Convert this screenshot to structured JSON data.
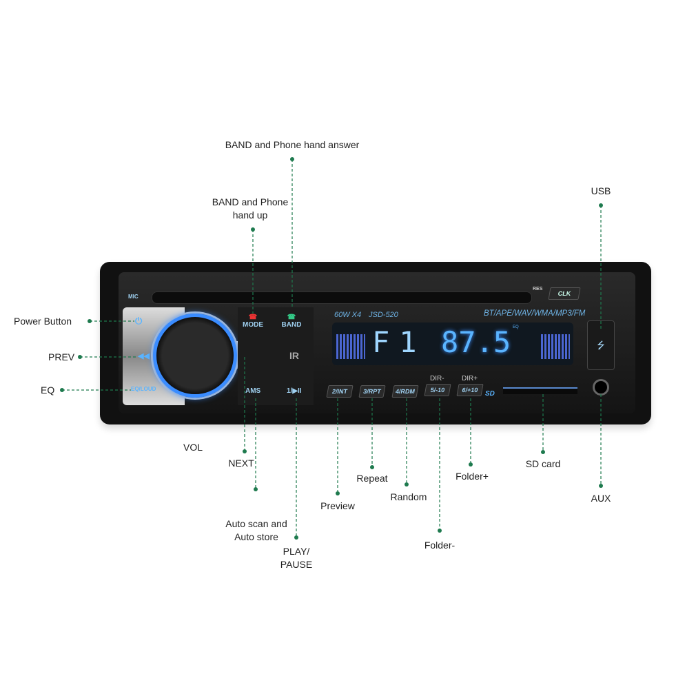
{
  "callouts": {
    "band_answer": "BAND and Phone hand answer",
    "band_hangup_line1": "BAND and Phone",
    "band_hangup_line2": "hand up",
    "usb": "USB",
    "power": "Power Button",
    "prev": "PREV",
    "eq": "EQ",
    "vol": "VOL",
    "next": "NEXT",
    "ams_line1": "Auto scan and",
    "ams_line2": "Auto store",
    "play_line1": "PLAY/",
    "play_line2": "PAUSE",
    "preview": "Preview",
    "repeat": "Repeat",
    "random": "Random",
    "folder_minus": "Folder-",
    "folder_plus": "Folder+",
    "sd_card": "SD card",
    "aux": "AUX"
  },
  "device": {
    "mic": "MIC",
    "res": "RES",
    "clk": "CLK",
    "mode": "MODE",
    "band": "BAND",
    "ir": "IR",
    "eq_loud": "EQ/LOUD",
    "ams": "AMS",
    "play": "1/▶II",
    "power_model": "60W X4",
    "model": "JSD-520",
    "formats": "BT/APE/WAV/WMA/MP3/FM",
    "display_band": "F1",
    "display_freq": "87.5",
    "display_eq": "EQ",
    "presets": [
      "2/INT",
      "3/RPT",
      "4/RDM",
      "5/-10",
      "6/+10"
    ],
    "dir_minus": "DIR-",
    "dir_plus": "DIR+",
    "sd": "SD"
  },
  "colors": {
    "callout_line": "#1e7a4e",
    "display_blue": "#5ab4ff",
    "knob_ring": "#3a8cff"
  }
}
